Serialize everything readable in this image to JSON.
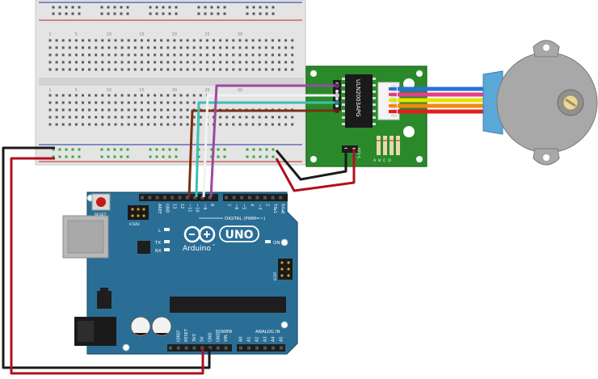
{
  "arduino": {
    "brand": "Arduino",
    "tm": "™",
    "model": "UNO",
    "reset_label": "RESET",
    "icsp_label": "ICSP",
    "icsp2_label": "ICSP2",
    "l_label": "L",
    "tx_label": "TX",
    "rx_label": "RX",
    "on_label": "ON",
    "digital_label": "DIGITAL (PWM=~)",
    "power_label": "POWER",
    "analog_label": "ANALOG IN",
    "digital_pins": [
      "AREF",
      "GND",
      "13",
      "12",
      "~11",
      "~10",
      "~9",
      "8",
      "7",
      "~6",
      "~5",
      "4",
      "~3",
      "2",
      "TX▸1",
      "RX◂0"
    ],
    "power_pins": [
      "IOREF",
      "RESET",
      "3V3",
      "5V",
      "GND",
      "GND",
      "VIN"
    ],
    "analog_pins": [
      "A0",
      "A1",
      "A2",
      "A3",
      "A4",
      "A5"
    ]
  },
  "driver": {
    "chip_label": "ULN2003APG",
    "minus_label": "-",
    "plus_label": "+",
    "power_label": "5-12V",
    "leds_label": "ABCD"
  },
  "breadboard": {
    "column_numbers": [
      "1",
      "5",
      "10",
      "15",
      "20",
      "25",
      "30"
    ]
  },
  "colors": {
    "board": "#2a6e96",
    "driver_pcb": "#2a8a2a",
    "breadboard": "#e6e6e6",
    "wire_black": "#1a1a1a",
    "wire_red": "#b01020",
    "wire_brown": "#7a3010",
    "wire_teal": "#40c0b0",
    "wire_white": "#f2f2f2",
    "wire_purple": "#9a4aa0",
    "motor_body": "#a8a8a8",
    "motor_cap": "#5aa8d8"
  }
}
